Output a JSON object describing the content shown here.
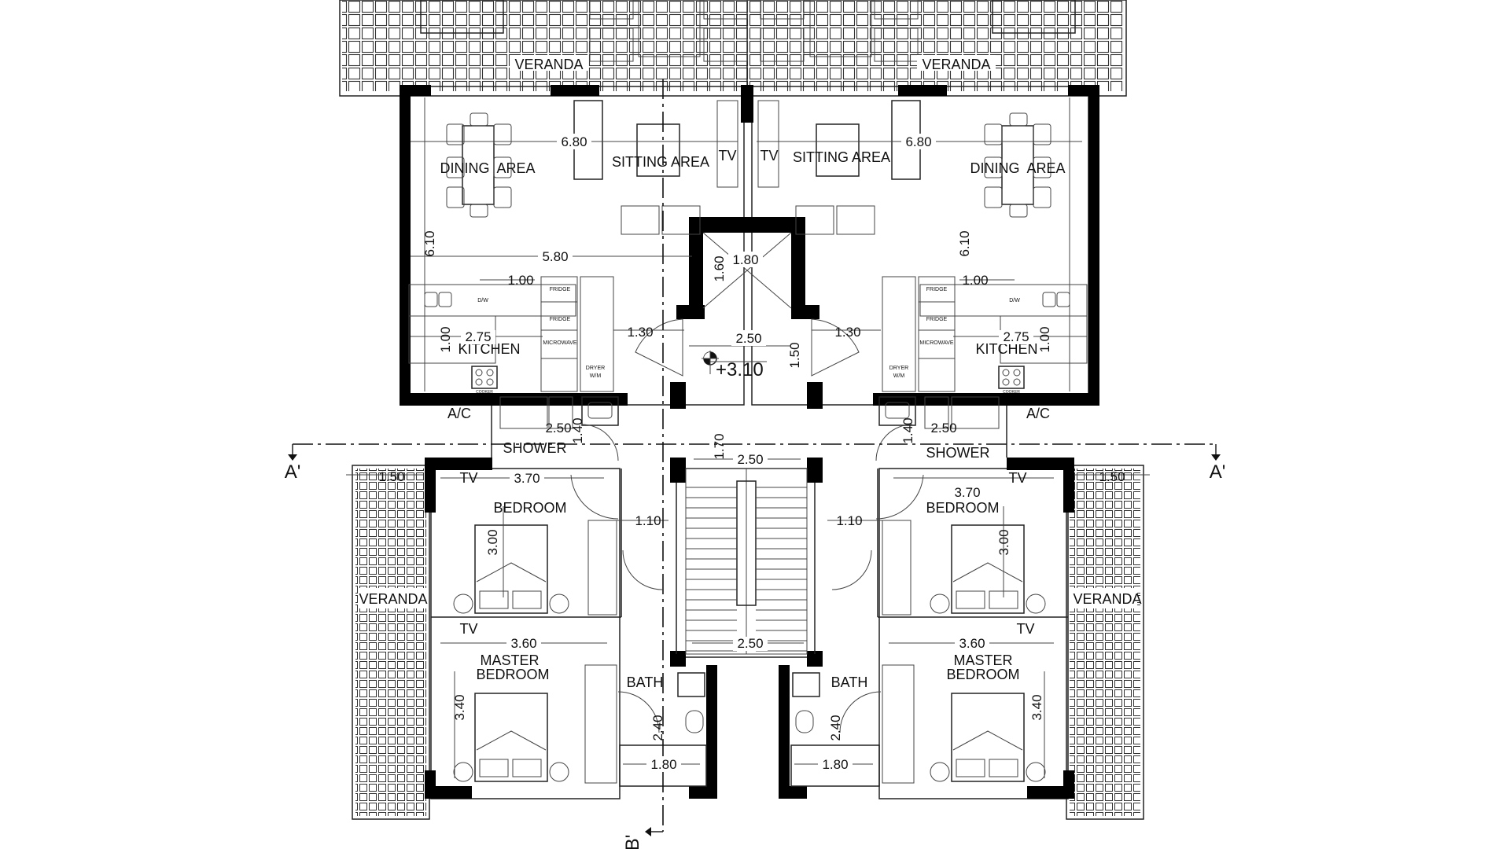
{
  "labels": {
    "veranda": "VERANDA",
    "dining": "DINING  AREA",
    "sitting": "SITTING AREA",
    "tv": "TV",
    "kitchen": "KITCHEN",
    "ac": "A/C",
    "shower": "SHOWER",
    "bedroom": "BEDROOM",
    "master_line1": "MASTER",
    "master_line2": "BEDROOM",
    "bath": "BATH",
    "fridge": "FRIDGE",
    "microwave": "MICROWAVE",
    "dw": "D/W",
    "dryer_line1": "DRYER",
    "dryer_line2": "W/M",
    "cooker": "COOKER"
  },
  "dimensions": {
    "living_width": "6.80",
    "living_depth": "6.10",
    "kitchen_run": "5.80",
    "counter": "1.00",
    "kitchen_width": "2.75",
    "kitchen_depth": "1.00",
    "passage": "1.30",
    "lift_width": "1.80",
    "lift_depth": "1.60",
    "landing_width": "2.50",
    "landing_depth": "1.50",
    "lobby_depth": "1.70",
    "shower_width": "2.50",
    "shower_depth": "1.40",
    "side_veranda": "1.50",
    "bedroom_width": "3.70",
    "bedroom_depth": "3.00",
    "corridor": "1.10",
    "master_width": "3.60",
    "master_depth": "3.40",
    "bath_depth": "2.40",
    "bath_width": "1.80"
  },
  "elevation": "+3.10",
  "sections": {
    "a": "A'",
    "b": "B'"
  }
}
